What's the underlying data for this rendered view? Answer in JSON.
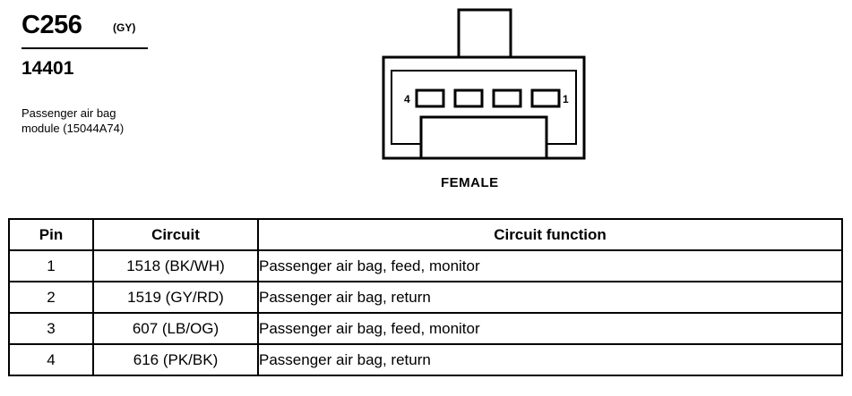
{
  "connector": {
    "id": "C256",
    "color_code": "(GY)",
    "part_number": "14401",
    "description_lines": [
      "Passenger air bag",
      "module (15044A74)"
    ]
  },
  "diagram": {
    "pin_label_left": "4",
    "pin_label_right": "1",
    "gender": "FEMALE"
  },
  "table": {
    "headers": {
      "pin": "Pin",
      "circuit": "Circuit",
      "function": "Circuit function"
    },
    "rows": [
      {
        "pin": "1",
        "circuit": "1518 (BK/WH)",
        "function": "Passenger air bag, feed, monitor"
      },
      {
        "pin": "2",
        "circuit": "1519 (GY/RD)",
        "function": "Passenger air bag, return"
      },
      {
        "pin": "3",
        "circuit": "607 (LB/OG)",
        "function": "Passenger air bag, feed, monitor"
      },
      {
        "pin": "4",
        "circuit": "616 (PK/BK)",
        "function": "Passenger air bag, return"
      }
    ]
  }
}
